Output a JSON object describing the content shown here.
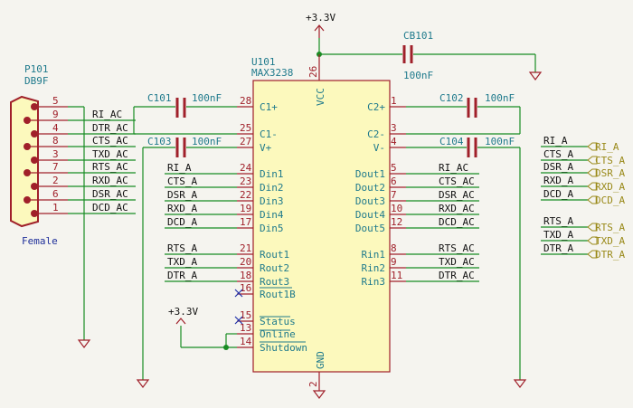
{
  "power": {
    "top": "+3.3V",
    "left": "+3.3V"
  },
  "connector": {
    "ref": "P101",
    "value": "DB9F",
    "gender": "Female",
    "pins": [
      "5",
      "9",
      "4",
      "8",
      "3",
      "7",
      "2",
      "6",
      "1"
    ],
    "nets": [
      "RI_AC",
      "DTR_AC",
      "CTS_AC",
      "TXD_AC",
      "RTS_AC",
      "RXD_AC",
      "DSR_AC",
      "DCD_AC"
    ]
  },
  "ic": {
    "ref": "U101",
    "value": "MAX3238",
    "left_pins": [
      {
        "num": "28",
        "name": "C1+",
        "net": ""
      },
      {
        "num": "25",
        "name": "C1-",
        "net": ""
      },
      {
        "num": "27",
        "name": "V+",
        "net": ""
      },
      {
        "num": "24",
        "name": "Din1",
        "net": "RI_A"
      },
      {
        "num": "23",
        "name": "Din2",
        "net": "CTS_A"
      },
      {
        "num": "22",
        "name": "Din3",
        "net": "DSR_A"
      },
      {
        "num": "19",
        "name": "Din4",
        "net": "RXD_A"
      },
      {
        "num": "17",
        "name": "Din5",
        "net": "DCD_A"
      },
      {
        "num": "21",
        "name": "Rout1",
        "net": "RTS_A"
      },
      {
        "num": "20",
        "name": "Rout2",
        "net": "TXD_A"
      },
      {
        "num": "18",
        "name": "Rout3",
        "net": "DTR_A"
      },
      {
        "num": "16",
        "name": "Rout1B",
        "net": ""
      },
      {
        "num": "15",
        "name": "Status",
        "net": ""
      },
      {
        "num": "13",
        "name": "Online",
        "net": ""
      },
      {
        "num": "14",
        "name": "Shutdown",
        "net": ""
      }
    ],
    "right_pins": [
      {
        "num": "1",
        "name": "C2+",
        "net": ""
      },
      {
        "num": "3",
        "name": "C2-",
        "net": ""
      },
      {
        "num": "4",
        "name": "V-",
        "net": ""
      },
      {
        "num": "5",
        "name": "Dout1",
        "net": "RI_AC"
      },
      {
        "num": "6",
        "name": "Dout2",
        "net": "CTS_AC"
      },
      {
        "num": "7",
        "name": "Dout3",
        "net": "DSR_AC"
      },
      {
        "num": "10",
        "name": "Dout4",
        "net": "RXD_AC"
      },
      {
        "num": "12",
        "name": "Dout5",
        "net": "DCD_AC"
      },
      {
        "num": "8",
        "name": "Rin1",
        "net": "RTS_AC"
      },
      {
        "num": "9",
        "name": "Rin2",
        "net": "TXD_AC"
      },
      {
        "num": "11",
        "name": "Rin3",
        "net": "DTR_AC"
      }
    ],
    "vcc": {
      "num": "26",
      "name": "VCC"
    },
    "gnd": {
      "num": "2",
      "name": "GND"
    }
  },
  "caps": {
    "c101": {
      "ref": "C101",
      "value": "100nF"
    },
    "c102": {
      "ref": "C102",
      "value": "100nF"
    },
    "c103": {
      "ref": "C103",
      "value": "100nF"
    },
    "c104": {
      "ref": "C104",
      "value": "100nF"
    },
    "cb101": {
      "ref": "CB101",
      "value": "100nF"
    }
  },
  "global_labels": [
    "RI_A",
    "CTS_A",
    "DSR_A",
    "RXD_A",
    "DCD_A",
    "RTS_A",
    "TXD_A",
    "DTR_A"
  ],
  "colors": {
    "wire": "#188c23",
    "pin": "#a0202a",
    "body": "#fcf9bd",
    "body_border": "#a0202a",
    "label": "#1f7a8c"
  }
}
